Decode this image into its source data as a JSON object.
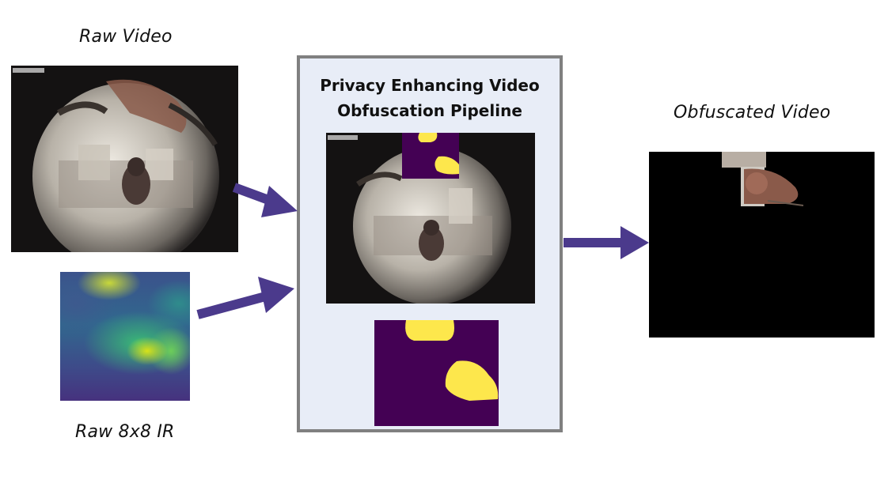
{
  "labels": {
    "raw_video": "Raw Video",
    "raw_ir": "Raw 8x8 IR",
    "obfuscated_video": "Obfuscated Video"
  },
  "pipeline": {
    "title_line1": "Privacy Enhancing Video",
    "title_line2": "Obfuscation Pipeline"
  },
  "colors": {
    "arrow": "#4b3a8c",
    "panel_border": "#808080",
    "panel_fill": "#e8edf7",
    "mask_background": "#440154",
    "mask_blob": "#fde74c"
  }
}
